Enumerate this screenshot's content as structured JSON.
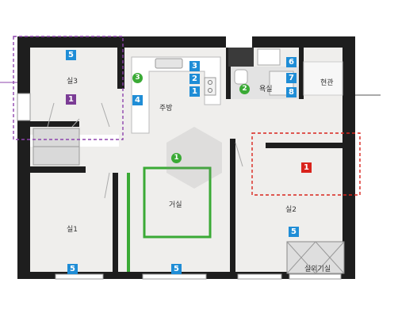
{
  "colors": {
    "wall": "#1e1e1e",
    "floor": "#efeeec",
    "badge_blue": "#1f8dd6",
    "badge_red": "#d9231c",
    "badge_purple": "#7b3c95",
    "marker_green": "#3aaa35",
    "outline_purple": "#8e44ad",
    "outline_red": "#d9231c"
  },
  "rooms": {
    "room3": "실3",
    "kitchen": "주방",
    "bathroom": "욕실",
    "entrance": "현관",
    "living": "거실",
    "room1": "실1",
    "room2": "실2",
    "outdoor_unit": "실외기실"
  },
  "badges": {
    "b_room3_top": "5",
    "b_room3_mark": "1",
    "b_kitchen_3": "3",
    "b_kitchen_2": "2",
    "b_kitchen_1": "1",
    "b_kitchen_4": "4",
    "b_bath_6": "6",
    "b_bath_7": "7",
    "b_bath_8": "8",
    "b_room2_mark": "1",
    "b_room2_5": "5",
    "b_room1_5": "5",
    "b_living_5": "5"
  },
  "markers": {
    "m_kitchen": "3",
    "m_bath": "2",
    "m_living": "1"
  }
}
